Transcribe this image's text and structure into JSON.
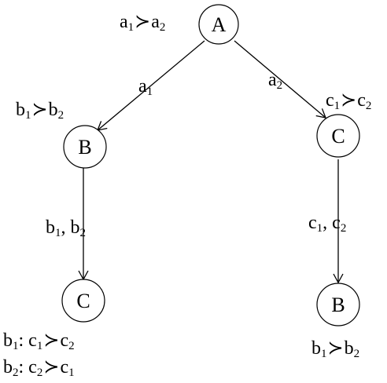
{
  "nodes": {
    "root": {
      "label": "A"
    },
    "left_mid": {
      "label": "B"
    },
    "right_mid": {
      "label": "C"
    },
    "left_leaf": {
      "label": "C"
    },
    "right_leaf": {
      "label": "B"
    }
  },
  "edges": {
    "root_left": {
      "action": "a",
      "sub": "1"
    },
    "root_right": {
      "action": "a",
      "sub": "2"
    },
    "left_down": {
      "a": "b",
      "a_sub": "1",
      "sep": ", ",
      "b": "b",
      "b_sub": "2"
    },
    "right_down": {
      "a": "c",
      "a_sub": "1",
      "sep": ", ",
      "b": "c",
      "b_sub": "2"
    }
  },
  "preferences": {
    "root": {
      "prefix": "",
      "x": "a",
      "x_sub": "1",
      "rel": "≻",
      "y": "a",
      "y_sub": "2"
    },
    "left_mid": {
      "prefix": "",
      "x": "b",
      "x_sub": "1",
      "rel": "≻",
      "y": "b",
      "y_sub": "2"
    },
    "right_mid": {
      "prefix": "",
      "x": "c",
      "x_sub": "1",
      "rel": "≻",
      "y": "c",
      "y_sub": "2"
    },
    "left_leaf_1": {
      "prefix": "b",
      "prefix_sub": "1",
      "colon": ": ",
      "x": "c",
      "x_sub": "1",
      "rel": "≻",
      "y": "c",
      "y_sub": "2"
    },
    "left_leaf_2": {
      "prefix": "b",
      "prefix_sub": "2",
      "colon": ": ",
      "x": "c",
      "x_sub": "2",
      "rel": "≻",
      "y": "c",
      "y_sub": "1"
    },
    "right_leaf": {
      "prefix": "",
      "x": "b",
      "x_sub": "1",
      "rel": "≻",
      "y": "b",
      "y_sub": "2"
    }
  }
}
